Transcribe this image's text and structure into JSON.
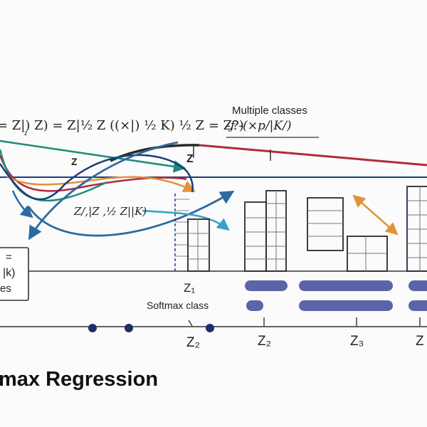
{
  "formula": {
    "main": "= Z|) Z) = Z|½ Z ((×|) ½ K) ½ Z = Z?)",
    "tail": "-ƒ -(×p/|K/)",
    "sub": "z"
  },
  "labels": {
    "multiple_classes": "Multiple classes",
    "z_on_curve": "Z",
    "z_top_tick": "Z",
    "mid_formula": "Z/,|Z ,½ Z||K)",
    "softmax_class": "Softmax class",
    "z1": "Z₁",
    "title": "max Regression"
  },
  "left_box": {
    "line1": "=",
    "line2": "|k)",
    "line3": "es"
  },
  "axis_labels": [
    {
      "text": "Z₂"
    },
    {
      "text": "Z₂"
    },
    {
      "text": "Z₃"
    },
    {
      "text": "Z"
    }
  ],
  "colors": {
    "teal": "#1e8a78",
    "navy": "#1f3c78",
    "blue": "#2c6aa0",
    "red": "#b02a3c",
    "orange": "#e2923a",
    "dark": "#2a2a2a",
    "bar": "#5b64a8"
  }
}
